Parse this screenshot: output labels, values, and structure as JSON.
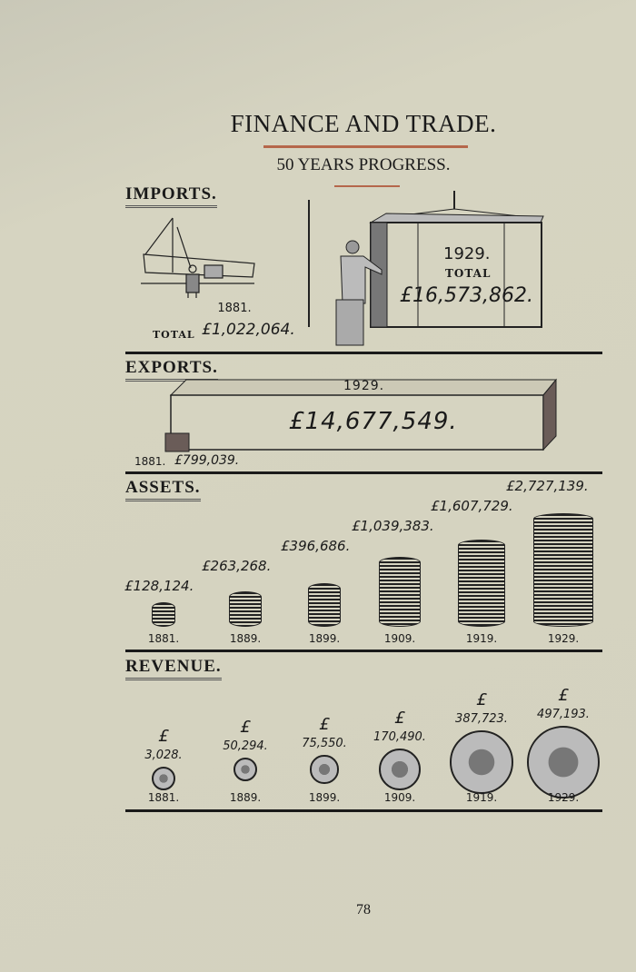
{
  "title": "FINANCE AND TRADE.",
  "subtitle": "50 YEARS PROGRESS.",
  "imports": {
    "heading": "IMPORTS.",
    "y1881": "1881.",
    "total_label_1881": "TOTAL",
    "value_1881": "£1,022,064.",
    "y1929": "1929.",
    "total_label_1929": "TOTAL",
    "value_1929": "£16,573,862."
  },
  "exports": {
    "heading": "EXPORTS.",
    "y1929": "1929.",
    "value_1929": "£14,677,549.",
    "label_1881": "1881.",
    "value_1881": "£799,039."
  },
  "assets": {
    "heading": "ASSETS."
  },
  "revenue": {
    "heading": "REVENUE."
  },
  "page_number": "78",
  "chart_data": [
    {
      "type": "bar",
      "title": "IMPORTS.",
      "categories": [
        "1881",
        "1929"
      ],
      "values": [
        1022064,
        16573862
      ],
      "unit": "£"
    },
    {
      "type": "bar",
      "title": "EXPORTS.",
      "categories": [
        "1881",
        "1929"
      ],
      "values": [
        799039,
        14677549
      ],
      "unit": "£"
    },
    {
      "type": "bar",
      "title": "ASSETS.",
      "categories": [
        "1881.",
        "1889.",
        "1899.",
        "1909.",
        "1919.",
        "1929."
      ],
      "values": [
        128124,
        263268,
        396686,
        1039383,
        1607729,
        2727139
      ],
      "labels": [
        "£128,124.",
        "£263,268.",
        "£396,686.",
        "£1,039,383.",
        "£1,607,729.",
        "£2,727,139."
      ],
      "unit": "£"
    },
    {
      "type": "bar",
      "title": "REVENUE.",
      "categories": [
        "1881.",
        "1889.",
        "1899.",
        "1909.",
        "1919.",
        "1929."
      ],
      "values": [
        3028,
        50294,
        75550,
        170490,
        387723,
        497193
      ],
      "labels": [
        "3,028.",
        "50,294.",
        "75,550.",
        "170,490.",
        "387,723.",
        "497,193."
      ],
      "currency_symbol": "£",
      "unit": "£"
    }
  ]
}
